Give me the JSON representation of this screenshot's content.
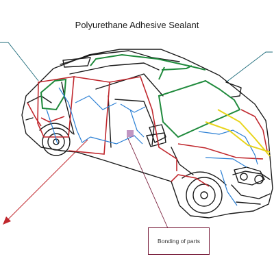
{
  "title": "Polyurethane Adhesive Sealant",
  "callout": {
    "label": "Bonding of parts"
  },
  "colors": {
    "body_outline": "#1a1a1a",
    "sealant_red": "#c0272d",
    "glass_green": "#1f8a3c",
    "wiring_blue": "#2a7fd4",
    "accent_yellow": "#e8d41a",
    "leader_teal": "#1d6b7a",
    "leader_maroon": "#7a1f3d",
    "arrow_red": "#c0272d"
  },
  "icons": [
    "car-outline-drawing",
    "arrow-icon"
  ]
}
